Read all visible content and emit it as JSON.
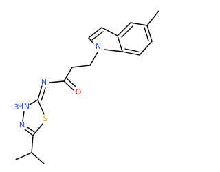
{
  "colors": {
    "bond": "#000000",
    "nitrogen": "#3050F8",
    "oxygen": "#FF0D0D",
    "sulfur": "#C8A000",
    "carbon": "#000000",
    "background": "#FFFFFF"
  },
  "labels": {
    "indole_n": "N",
    "amide_o": "O",
    "imine_n": "N",
    "nh_n": "N",
    "nh_h": "H",
    "nh_num": "3",
    "ring_n": "N",
    "ring_s": "S"
  }
}
